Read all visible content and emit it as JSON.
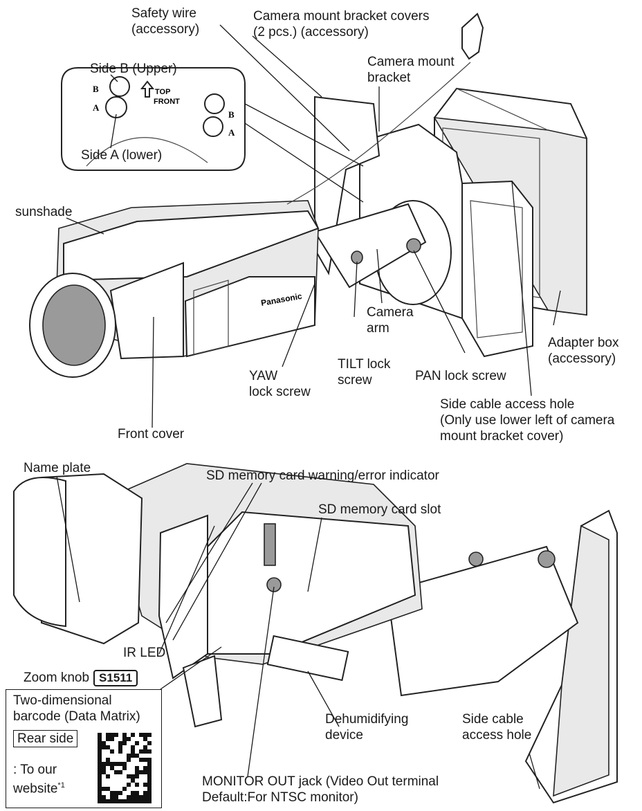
{
  "diagram": {
    "brand_mark": "Panasonic",
    "inset": {
      "side_b_label": "Side B (Upper)",
      "side_a_label": "Side A (lower)",
      "marks": {
        "b": "B",
        "a": "A",
        "top": "TOP",
        "front": "FRONT"
      }
    },
    "top_view": {
      "safety_wire": [
        "Safety wire",
        "(accessory)"
      ],
      "bracket_covers": [
        "Camera mount bracket covers",
        "(2 pcs.) (accessory)"
      ],
      "mount_bracket": [
        "Camera mount",
        "bracket"
      ],
      "sunshade": "sunshade",
      "camera_arm": [
        "Camera",
        "arm"
      ],
      "adapter_box": [
        "Adapter box",
        "(accessory)"
      ],
      "tilt_lock": [
        "TILT lock",
        "screw"
      ],
      "pan_lock": "PAN lock screw",
      "yaw_lock": [
        "YAW",
        "lock screw"
      ],
      "front_cover": "Front cover",
      "side_hole": [
        "Side cable access hole",
        "(Only use lower left of camera",
        "mount bracket cover)"
      ]
    },
    "bottom_view": {
      "name_plate": "Name plate",
      "sd_indicator": "SD memory card warning/error indicator",
      "sd_slot": "SD memory card slot",
      "ir_led": "IR LED",
      "zoom_knob": "Zoom knob",
      "zoom_model": "S1511",
      "barcode_box": {
        "title": [
          "Two-dimensional",
          "barcode (Data Matrix)"
        ],
        "rear_side": "Rear side",
        "website": [
          ": To our",
          "website"
        ],
        "footnote": "*1"
      },
      "dehumidifying": [
        "Dehumidifying",
        "device"
      ],
      "side_hole": [
        "Side cable",
        "access hole"
      ],
      "monitor_out": [
        "MONITOR OUT jack (Video Out terminal",
        "Default:For NTSC monitor)"
      ]
    }
  }
}
